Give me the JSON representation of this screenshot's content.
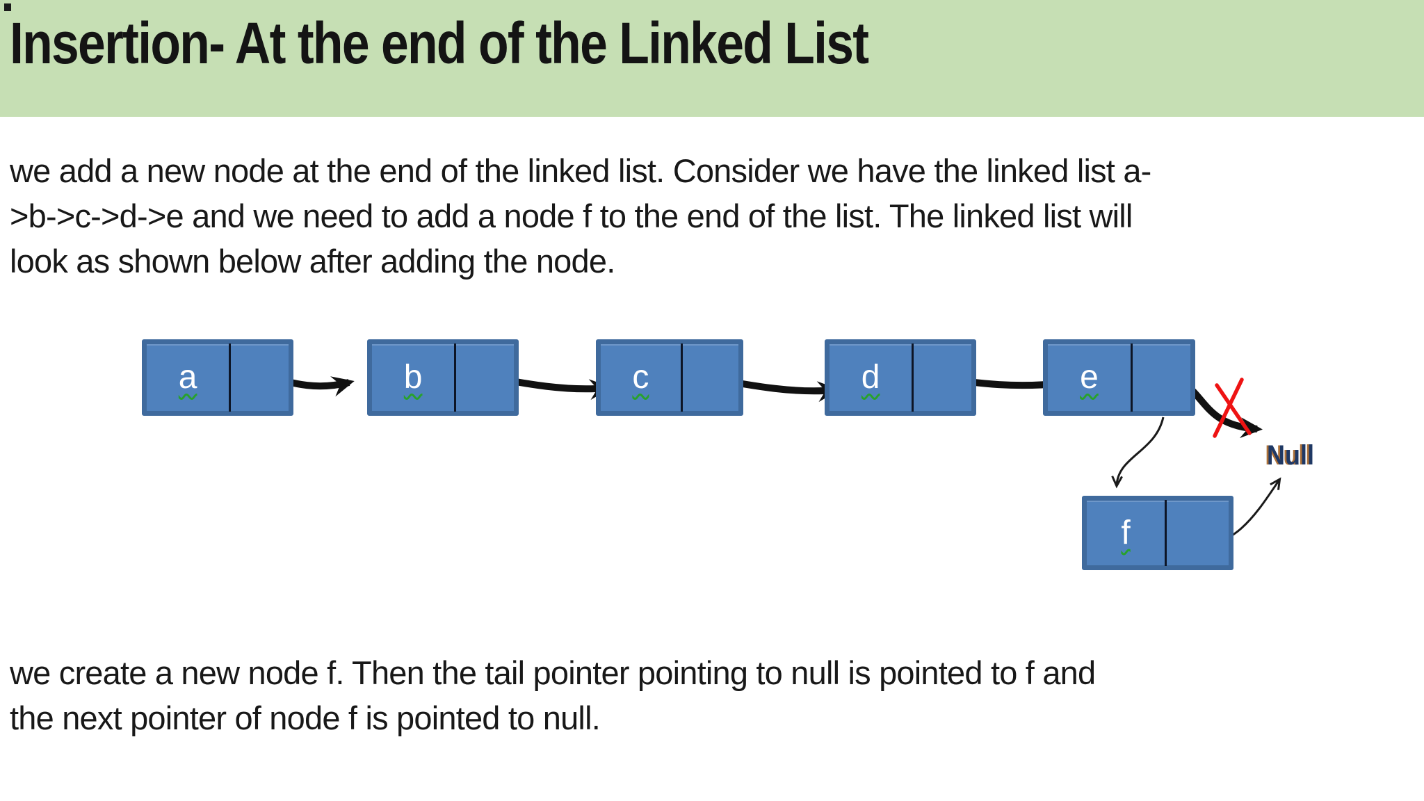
{
  "header": {
    "title": "Insertion- At the end of the Linked List",
    "background_color": "#c6dfb4"
  },
  "body": {
    "paragraph1": {
      "lines": [
        "we add a new node at the end of the linked list. Consider we have the linked list a-",
        ">b->c->d->e and we need to add a node f to the end of the list. The linked list will",
        "look as shown below after adding the node."
      ]
    },
    "paragraph2": {
      "lines": [
        "we create a new node f. Then the tail pointer pointing to null is pointed to f and",
        "the next pointer of node f is pointed to null."
      ]
    }
  },
  "diagram": {
    "nodes": [
      {
        "label": "a"
      },
      {
        "label": "b"
      },
      {
        "label": "c"
      },
      {
        "label": "d"
      },
      {
        "label": "e"
      },
      {
        "label": "f"
      }
    ],
    "null_label": "Null",
    "connections": [
      "a->b",
      "b->c",
      "c->d",
      "d->e",
      "e->null (crossed out with red X)",
      "e->f (new tail pointer)",
      "f->null (new next pointer)"
    ],
    "colors": {
      "node_fill": "#4f81bd",
      "node_border": "#3f6a9d",
      "arrow": "#111111",
      "crossout": "#ee1313",
      "label_underline": "#28a12c",
      "null_text": "#1f3864"
    }
  }
}
